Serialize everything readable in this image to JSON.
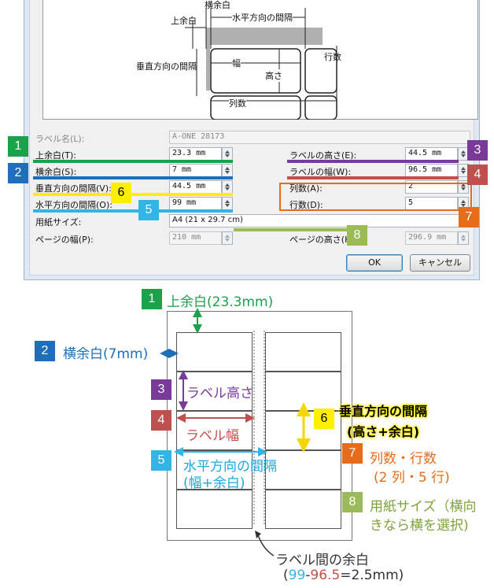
{
  "preview": {
    "top_margin": "上余白",
    "side_margin": "横余白",
    "horiz_pitch": "水平方向の間隔",
    "vert_pitch": "垂直方向の間隔",
    "width": "幅",
    "height": "高さ",
    "rows": "行数",
    "cols": "列数"
  },
  "form": {
    "label_name_label": "ラベル名(L):",
    "label_name_value": "A-ONE 28173",
    "top_margin_label": "上余白(T):",
    "top_margin_value": "23.3 mm",
    "side_margin_label": "横余白(S):",
    "side_margin_value": "7 mm",
    "vert_pitch_label": "垂直方向の間隔(V):",
    "vert_pitch_value": "44.5 mm",
    "horiz_pitch_label": "水平方向の間隔(O):",
    "horiz_pitch_value": "99 mm",
    "label_height_label": "ラベルの高さ(E):",
    "label_height_value": "44.5 mm",
    "label_width_label": "ラベルの幅(W):",
    "label_width_value": "96.5 mm",
    "cols_label": "列数(A):",
    "cols_value": "2",
    "rows_label": "行数(D):",
    "rows_value": "5",
    "paper_size_label": "用紙サイズ:",
    "paper_size_value": "A4 (21 x 29.7 cm)",
    "page_width_label": "ページの幅(P):",
    "page_width_value": "210 mm",
    "page_height_label": "ページの高さ(H):",
    "page_height_value": "296.9 mm",
    "ok_label": "OK",
    "cancel_label": "キャンセル"
  },
  "badges": {
    "n1": "1",
    "n2": "2",
    "n3": "3",
    "n4": "4",
    "n5": "5",
    "n6": "6",
    "n7": "7",
    "n8": "8"
  },
  "colors": {
    "c1": "#1aa24b",
    "c2": "#1f6fb8",
    "c3": "#7a3a9a",
    "c4": "#c0504d",
    "c5": "#31b4e6",
    "c6": "#ffee00",
    "c7": "#e56c1b",
    "c8": "#9bbb59"
  },
  "annotations": {
    "a1": "上余白(23.3mm)",
    "a2": "横余白(7mm)",
    "a3": "ラベル高さ",
    "a4": "ラベル幅",
    "a5_line1": "水平方向の間隔",
    "a5_line2": "(幅+余白)",
    "a6_line1": "垂直方向の間隔",
    "a6_line2": "(高さ+余白)",
    "a7_line1": "列数・行数",
    "a7_line2": "(2 列・5 行)",
    "a8_line1": "用紙サイズ（横向",
    "a8_line2": "きなら横を選択)",
    "gap_line1": "ラベル間の余白",
    "gap_val_a": "99",
    "gap_dash": "-",
    "gap_val_b": "96.5",
    "gap_eq": "=2.5mm)",
    "gap_open": "("
  }
}
